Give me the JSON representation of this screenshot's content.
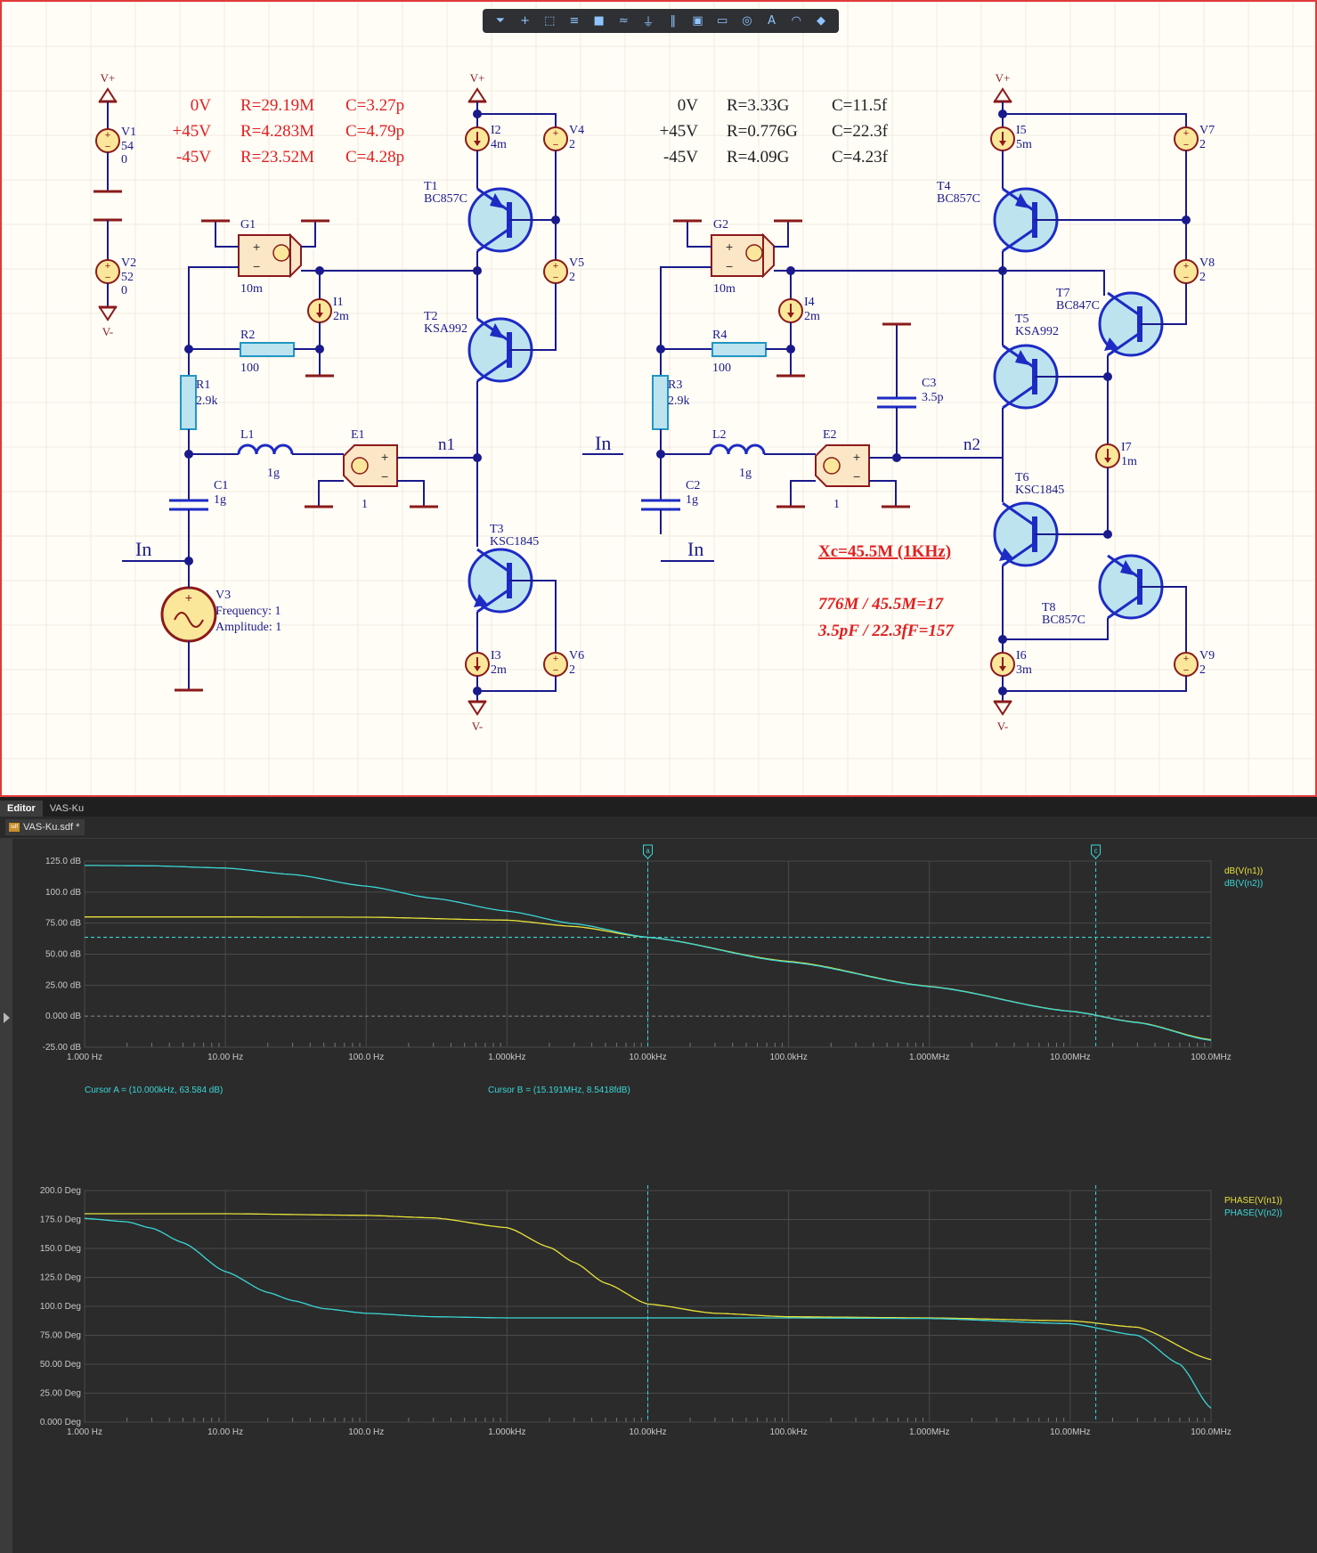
{
  "toolbar": {
    "buttons": [
      "filter-icon",
      "crosshair-icon",
      "select-rect-icon",
      "align-icon",
      "component-icon",
      "wire-icon",
      "ground-icon",
      "bus-icon",
      "net-label-icon",
      "port-icon",
      "probe-icon",
      "text-icon",
      "arc-icon",
      "highlight-icon"
    ],
    "glyphs": [
      "⏷",
      "+",
      "⬚",
      "≡",
      "■",
      "≈",
      "⏚",
      "‖",
      "▣",
      "▭",
      "◎",
      "A",
      "◠",
      "◆"
    ]
  },
  "schematic": {
    "left_table": {
      "rows": [
        [
          "0V",
          "R=29.19M",
          "C=3.27p"
        ],
        [
          "+45V",
          "R=4.283M",
          "C=4.79p"
        ],
        [
          "-45V",
          "R=23.52M",
          "C=4.28p"
        ]
      ]
    },
    "right_table": {
      "rows": [
        [
          "0V",
          "R=3.33G",
          "C=11.5f"
        ],
        [
          "+45V",
          "R=0.776G",
          "C=22.3f"
        ],
        [
          "-45V",
          "R=4.09G",
          "C=4.23f"
        ]
      ]
    },
    "annotations": {
      "xc": "Xc=45.5M (1KHz)",
      "ratio1": "776M / 45.5M=17",
      "ratio2": "3.5pF / 22.3fF=157"
    },
    "power": {
      "vplus": "V+",
      "vminus": "V-"
    },
    "left": {
      "V1": {
        "ref": "V1",
        "v1": "54",
        "v2": "0"
      },
      "V2": {
        "ref": "V2",
        "v1": "52",
        "v2": "0"
      },
      "G1": {
        "ref": "G1",
        "val": "10m"
      },
      "I1": {
        "ref": "I1",
        "val": "2m"
      },
      "R2": {
        "ref": "R2",
        "val": "100"
      },
      "R1": {
        "ref": "R1",
        "val": "2.9k"
      },
      "L1": {
        "ref": "L1",
        "val": "1g"
      },
      "C1": {
        "ref": "C1",
        "val": "1g"
      },
      "E1": {
        "ref": "E1",
        "val": "1"
      },
      "net": "n1",
      "in": "In",
      "V3": {
        "ref": "V3",
        "freq": "Frequency: 1",
        "amp": "Amplitude: 1"
      },
      "I2": {
        "ref": "I2",
        "val": "4m"
      },
      "V4": {
        "ref": "V4",
        "val": "2"
      },
      "V5": {
        "ref": "V5",
        "val": "2"
      },
      "V6": {
        "ref": "V6",
        "val": "2"
      },
      "I3": {
        "ref": "I3",
        "val": "2m"
      },
      "T1": {
        "ref": "T1",
        "part": "BC857C"
      },
      "T2": {
        "ref": "T2",
        "part": "KSA992"
      },
      "T3": {
        "ref": "T3",
        "part": "KSC1845"
      }
    },
    "right": {
      "G2": {
        "ref": "G2",
        "val": "10m"
      },
      "I4": {
        "ref": "I4",
        "val": "2m"
      },
      "R4": {
        "ref": "R4",
        "val": "100"
      },
      "R3": {
        "ref": "R3",
        "val": "2.9k"
      },
      "L2": {
        "ref": "L2",
        "val": "1g"
      },
      "C2": {
        "ref": "C2",
        "val": "1g"
      },
      "C3": {
        "ref": "C3",
        "val": "3.5p"
      },
      "E2": {
        "ref": "E2",
        "val": "1"
      },
      "net": "n2",
      "in_top": "In",
      "in_bottom": "In",
      "I5": {
        "ref": "I5",
        "val": "5m"
      },
      "V7": {
        "ref": "V7",
        "val": "2"
      },
      "V8": {
        "ref": "V8",
        "val": "2"
      },
      "V9": {
        "ref": "V9",
        "val": "2"
      },
      "I6": {
        "ref": "I6",
        "val": "3m"
      },
      "I7": {
        "ref": "I7",
        "val": "1m"
      },
      "T4": {
        "ref": "T4",
        "part": "BC857C"
      },
      "T5": {
        "ref": "T5",
        "part": "KSA992"
      },
      "T6": {
        "ref": "T6",
        "part": "KSC1845"
      },
      "T7": {
        "ref": "T7",
        "part": "BC847C"
      },
      "T8": {
        "ref": "T8",
        "part": "BC857C"
      }
    }
  },
  "tabs": [
    "Editor",
    "VAS-Ku"
  ],
  "doc_tab": {
    "label": "VAS-Ku.sdf *",
    "icon_text": "sdf"
  },
  "colors": {
    "n1": "#e8e23a",
    "n2": "#3cd6d6",
    "cursor": "#3cd6d6",
    "grid": "#4a4a4a",
    "zero": "#8a8a8a"
  },
  "cursors": {
    "a_label": "a",
    "b_label": "c",
    "a_text": "Cursor A = (10.000kHz, 63.584 dB)",
    "b_text": "Cursor B = (15.191MHz, 8.5418fdB)",
    "a_x": 10000,
    "a_y": 63.584,
    "b_x": 15191000
  },
  "x_ticks": [
    "1.000 Hz",
    "10.00 Hz",
    "100.0 Hz",
    "1.000kHz",
    "10.00kHz",
    "100.0kHz",
    "1.000MHz",
    "10.00MHz",
    "100.0MHz"
  ],
  "chart_data": [
    {
      "type": "line",
      "xscale": "log",
      "xlim": [
        1,
        100000000
      ],
      "ylim": [
        -25,
        125
      ],
      "y_ticks": [
        "125.0 dB",
        "100.0 dB",
        "75.00 dB",
        "50.00 dB",
        "25.00 dB",
        "0.000 dB",
        "-25.00 dB"
      ],
      "legend": "top-right",
      "series": [
        {
          "name": "dB(V(n1))",
          "color": "#e8e23a",
          "x": [
            1,
            10,
            100,
            1000,
            3000,
            10000,
            100000,
            1000000,
            10000000,
            30000000,
            100000000
          ],
          "values": [
            80,
            80,
            79.8,
            77.4,
            72.3,
            63.6,
            44.2,
            24.0,
            4.0,
            -5.0,
            -19.0
          ]
        },
        {
          "name": "dB(V(n2))",
          "color": "#3cd6d6",
          "x": [
            1,
            3,
            10,
            30,
            100,
            300,
            1000,
            3000,
            10000,
            100000,
            1000000,
            10000000,
            30000000,
            100000000
          ],
          "values": [
            121.5,
            121.2,
            119.4,
            114.2,
            104.8,
            95.0,
            84.7,
            74.5,
            63.6,
            43.7,
            23.8,
            3.9,
            -5.2,
            -19.5
          ]
        }
      ]
    },
    {
      "type": "line",
      "xscale": "log",
      "xlim": [
        1,
        100000000
      ],
      "ylim": [
        0,
        200
      ],
      "y_ticks": [
        "200.0 Deg",
        "175.0 Deg",
        "150.0 Deg",
        "125.0 Deg",
        "100.0 Deg",
        "75.00 Deg",
        "50.00 Deg",
        "25.00 Deg",
        "0.000 Deg"
      ],
      "legend": "top-right",
      "series": [
        {
          "name": "PHASE(V(n1))",
          "color": "#e8e23a",
          "x": [
            1,
            10,
            100,
            300,
            1000,
            2000,
            3000,
            5000,
            10000,
            30000,
            100000,
            1000000,
            10000000,
            30000000,
            100000000
          ],
          "values": [
            180,
            180,
            178.6,
            176.4,
            168,
            151,
            138,
            120,
            102,
            94,
            91,
            90,
            87.5,
            82,
            54
          ]
        },
        {
          "name": "PHASE(V(n2))",
          "color": "#3cd6d6",
          "x": [
            1,
            2,
            3,
            5,
            10,
            20,
            30,
            50,
            100,
            300,
            1000,
            10000,
            100000,
            1000000,
            10000000,
            30000000,
            60000000,
            100000000
          ],
          "values": [
            176,
            173,
            167.5,
            155,
            130,
            112,
            105,
            98,
            94,
            91,
            90,
            90,
            90,
            89.5,
            85,
            75,
            50,
            12
          ]
        }
      ]
    }
  ]
}
